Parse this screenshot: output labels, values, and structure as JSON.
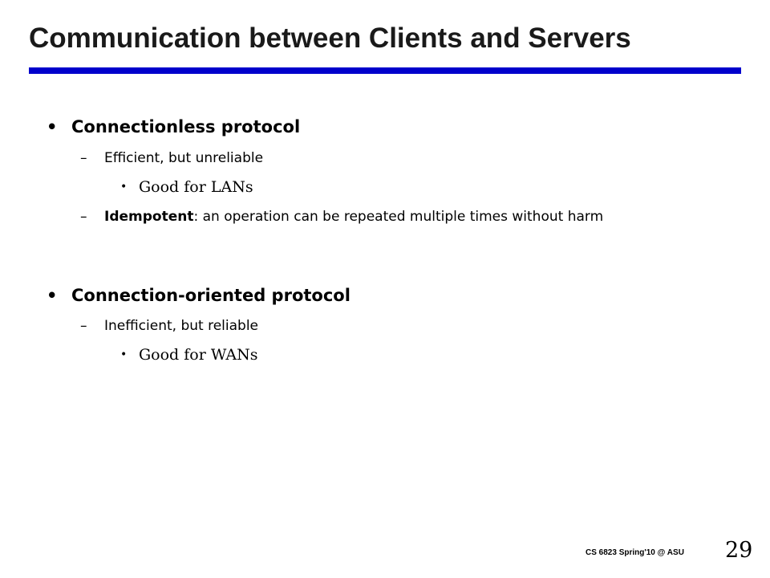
{
  "slide": {
    "title": "Communication between Clients and Servers",
    "accent_color": "#0000cc",
    "bullet_glyph": "•",
    "dash_glyph": "–",
    "sections": [
      {
        "heading": "Connectionless protocol",
        "sub1": "Efficient, but unreliable",
        "sub1_detail": "Good for LANs",
        "sub2_term": "Idempotent",
        "sub2_rest": ": an operation can be repeated multiple times without harm"
      },
      {
        "heading": "Connection-oriented protocol",
        "sub1": "Inefficient, but reliable",
        "sub1_detail": "Good for WANs"
      }
    ],
    "footer": "CS 6823 Spring'10 @ ASU",
    "page_number": "29"
  }
}
